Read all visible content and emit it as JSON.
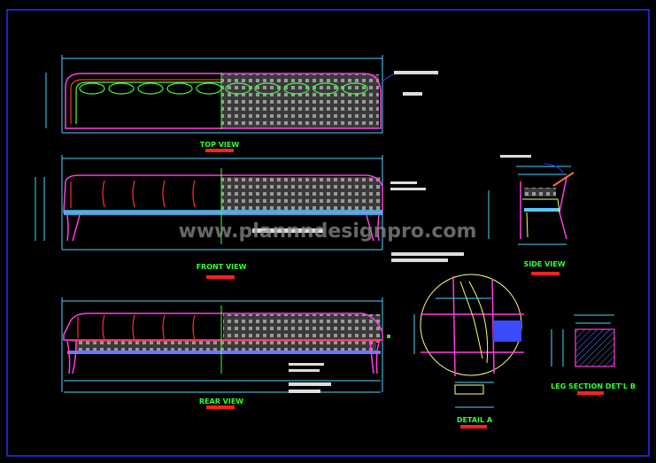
{
  "drawing": {
    "views": {
      "top": "TOP VIEW",
      "front": "FRONT VIEW",
      "side": "SIDE VIEW",
      "rear": "REAR VIEW",
      "detail_a": "DETAIL A",
      "leg_section": "LEG SECTION DET'L B"
    },
    "watermark": "www.plannndesignpro.com",
    "colors": {
      "background": "#000000",
      "frame": "#2a2aff",
      "outline": "#ff3fe0",
      "dimension": "#4fd5ff",
      "title": "#33ff33",
      "title_bar": "#ff2020",
      "hatch": "#7a7a7a"
    }
  }
}
